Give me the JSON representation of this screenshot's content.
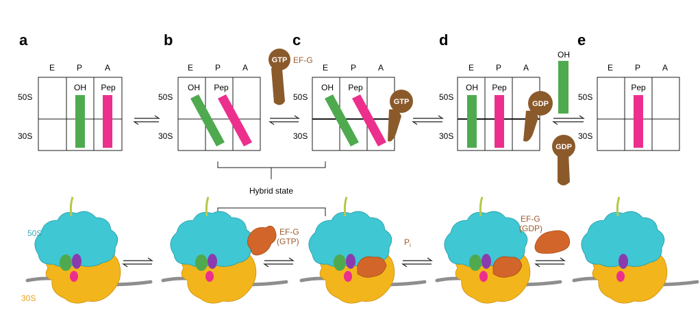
{
  "colors": {
    "ptRNA": "#4faa4f",
    "atRNA": "#ec2f8d",
    "efg": "#8b5a2b",
    "efgLabel": "#9c5a2c",
    "efgBlob": "#d2662a",
    "s50": "#3fc7d3",
    "s30": "#f3b51c",
    "label50": "#33a8b8",
    "label30": "#e8a313",
    "mrna": "#8e8e8e",
    "trnaPurple": "#8a3cae",
    "line": "#1a1a1a"
  },
  "panels": [
    {
      "letter": "a"
    },
    {
      "letter": "b"
    },
    {
      "letter": "c"
    },
    {
      "letter": "d"
    },
    {
      "letter": "e"
    }
  ],
  "sites": {
    "e": "E",
    "p": "P",
    "a": "A"
  },
  "subunit_labels": {
    "large": "50S",
    "small": "30S"
  },
  "trna_labels": {
    "oh": "OH",
    "pep": "Pep"
  },
  "efg": {
    "label": "EF-G",
    "gtp": "GTP",
    "gdp": "GDP",
    "oh_label": "OH"
  },
  "hybrid_state": "Hybrid state",
  "bottom": {
    "label50": "50S",
    "label30": "30S",
    "efg_gtp": {
      "line1": "EF-G",
      "line2": "(GTP)"
    },
    "efg_gdp": {
      "line1": "EF-G",
      "line2": "(GDP)"
    },
    "pi": {
      "main": "P",
      "sub": "i"
    }
  }
}
